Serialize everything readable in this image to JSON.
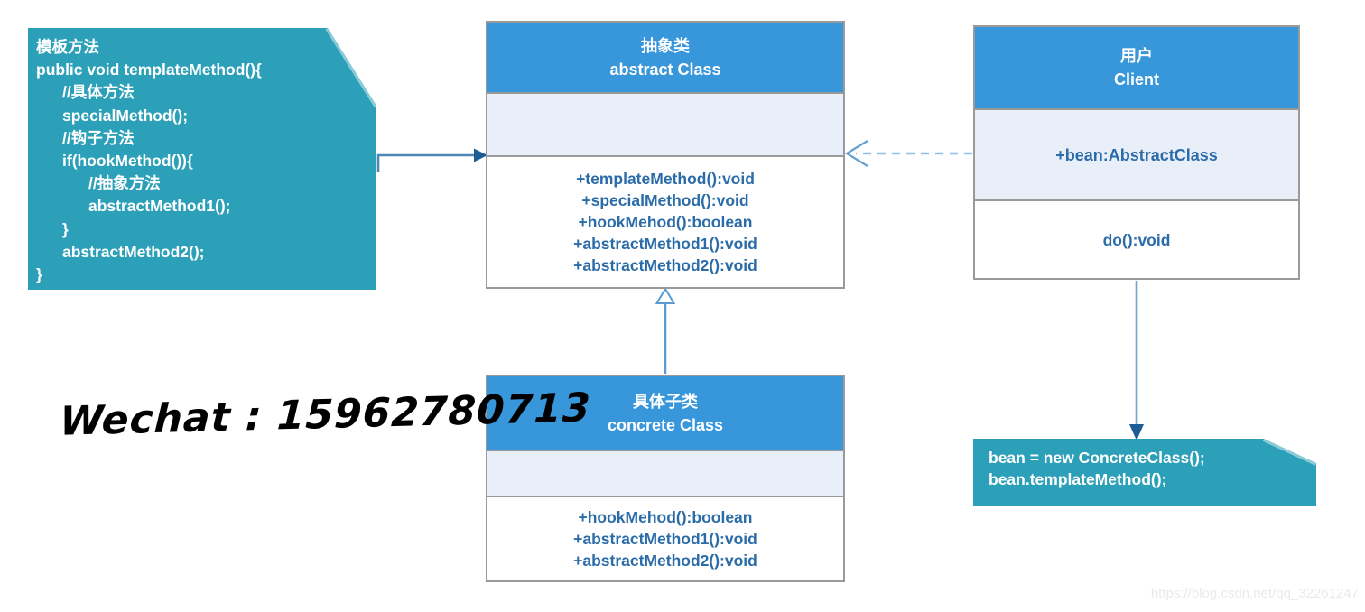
{
  "diagram_title": "Template Method pattern UML diagram",
  "note_template": {
    "lines": [
      {
        "text": "模板方法",
        "indent": 0
      },
      {
        "text": "public void templateMethod(){",
        "indent": 0
      },
      {
        "text": "//具体方法",
        "indent": 1
      },
      {
        "text": "specialMethod();",
        "indent": 1
      },
      {
        "text": "//钩子方法",
        "indent": 1
      },
      {
        "text": "if(hookMethod()){",
        "indent": 1
      },
      {
        "text": "//抽象方法",
        "indent": 2
      },
      {
        "text": "abstractMethod1();",
        "indent": 2
      },
      {
        "text": "}",
        "indent": 1
      },
      {
        "text": "abstractMethod2();",
        "indent": 1
      },
      {
        "text": "}",
        "indent": 0
      }
    ]
  },
  "abstract_class": {
    "title_zh": "抽象类",
    "title_en": "abstract Class",
    "attributes": [],
    "methods": [
      "+templateMethod():void",
      "+specialMethod():void",
      "+hookMehod():boolean",
      "+abstractMethod1():void",
      "+abstractMethod2():void"
    ]
  },
  "client_class": {
    "title_zh": "用户",
    "title_en": "Client",
    "attributes": [
      "+bean:AbstractClass"
    ],
    "methods": [
      "do():void"
    ]
  },
  "concrete_class": {
    "title_zh": "具体子类",
    "title_en": "concrete Class",
    "attributes": [],
    "methods": [
      "+hookMehod():boolean",
      "+abstractMethod1():void",
      "+abstractMethod2():void"
    ]
  },
  "note_usage": {
    "lines": [
      "bean = new ConcreteClass();",
      "bean.templateMethod();"
    ]
  },
  "watermarks": {
    "wechat": "Wechat : 15962780713",
    "url": "https://blog.csdn.net/qq_32261247"
  },
  "colors": {
    "note_fill": "#2CA0B8",
    "class_header_fill": "#3896DB",
    "attr_section_fill": "#E9EFF8",
    "class_border": "#9a9a9a",
    "member_text": "#2B6CA8",
    "arrow_line": "#4E85B2",
    "arrow_head_fill": "#1D5C94",
    "dashed_line": "#93BEE2",
    "inheritance_line": "#5B9BD5"
  }
}
